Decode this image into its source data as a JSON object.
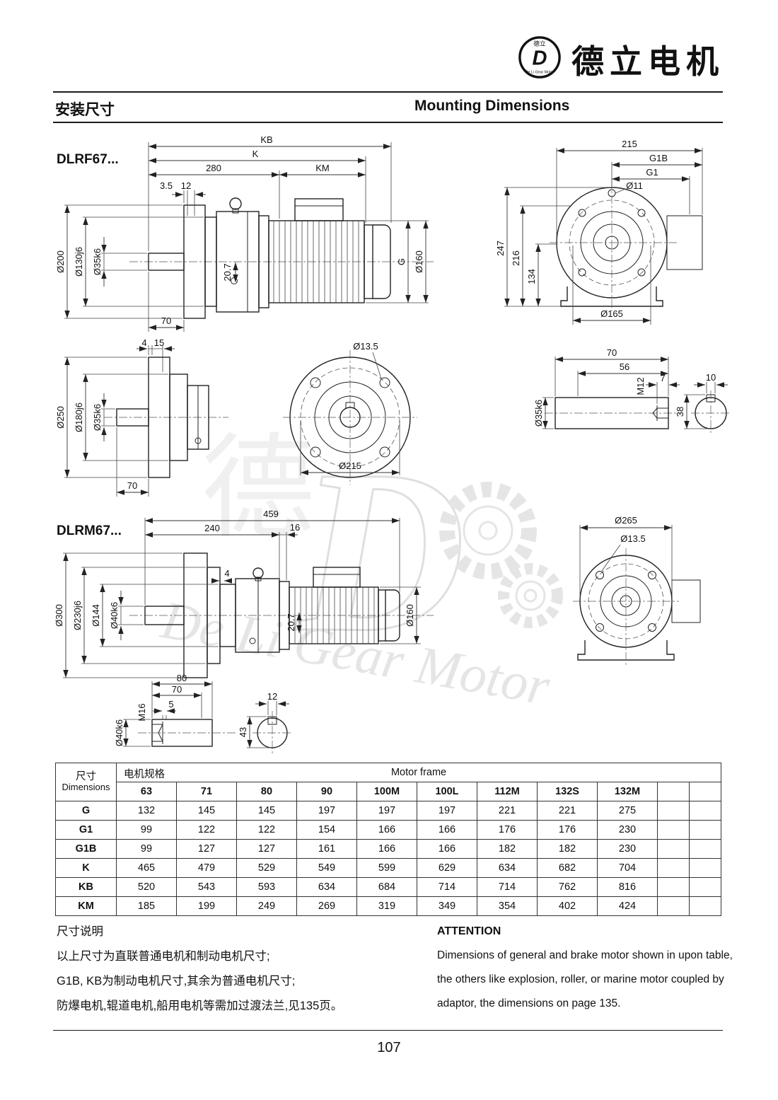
{
  "header": {
    "brand": "德立电机",
    "logo_letter": "D",
    "logo_chars": "德立",
    "logo_sub": "De Li Gear Motor"
  },
  "title": {
    "cn": "安装尺寸",
    "en": "Mounting Dimensions"
  },
  "sections": {
    "dlrf_label": "DLRF67...",
    "dlrm_label": "DLRM67..."
  },
  "drawings": {
    "dlrf_side": {
      "kb": "KB",
      "k": "K",
      "d280": "280",
      "km": "KM",
      "d3_5": "3.5",
      "d12": "12",
      "d200": "Ø200",
      "d130": "Ø130j6",
      "d35": "Ø35k6",
      "d20_7": "20.7",
      "g": "G",
      "d160": "Ø160",
      "d70": "70"
    },
    "dlrf_front": {
      "d215": "215",
      "g1b": "G1B",
      "g1": "G1",
      "d11": "Ø11",
      "d247": "247",
      "d216": "216",
      "d134": "134",
      "d165": "Ø165"
    },
    "dlrf_flange": {
      "d4": "4",
      "d15": "15",
      "d250": "Ø250",
      "d180": "Ø180j6",
      "d35": "Ø35k6",
      "d70": "70",
      "d13_5": "Ø13.5",
      "d215": "Ø215"
    },
    "dlrf_shaft": {
      "d70": "70",
      "d56": "56",
      "m12": "M12",
      "d7": "7",
      "d35": "Ø35k6",
      "d10": "10",
      "d38": "38"
    },
    "dlrm_side": {
      "d459": "459",
      "d240": "240",
      "d16": "16",
      "d300": "Ø300",
      "d230": "Ø230j6",
      "d144": "Ø144",
      "d40": "Ø40k6",
      "d4": "4",
      "d20_7": "20.7",
      "d160": "Ø160"
    },
    "dlrm_front": {
      "d265": "Ø265",
      "d13_5": "Ø13.5"
    },
    "dlrm_shaft": {
      "d80": "80",
      "d70": "70",
      "m16": "M16",
      "d5": "5",
      "d40": "Ø40k6",
      "d12": "12",
      "d43": "43"
    }
  },
  "watermark": {
    "letter": "D",
    "char": "德",
    "text": "De Li Gear Motor"
  },
  "table": {
    "dim_cn": "尺寸",
    "dim_en": "Dimensions",
    "spec_cn": "电机规格",
    "frame_en": "Motor frame",
    "columns": [
      "63",
      "71",
      "80",
      "90",
      "100M",
      "100L",
      "112M",
      "132S",
      "132M"
    ],
    "rows": [
      {
        "label": "G",
        "values": [
          "132",
          "145",
          "145",
          "197",
          "197",
          "197",
          "221",
          "221",
          "275"
        ]
      },
      {
        "label": "G1",
        "values": [
          "99",
          "122",
          "122",
          "154",
          "166",
          "166",
          "176",
          "176",
          "230"
        ]
      },
      {
        "label": "G1B",
        "values": [
          "99",
          "127",
          "127",
          "161",
          "166",
          "166",
          "182",
          "182",
          "230"
        ]
      },
      {
        "label": "K",
        "values": [
          "465",
          "479",
          "529",
          "549",
          "599",
          "629",
          "634",
          "682",
          "704"
        ]
      },
      {
        "label": "KB",
        "values": [
          "520",
          "543",
          "593",
          "634",
          "684",
          "714",
          "714",
          "762",
          "816"
        ]
      },
      {
        "label": "KM",
        "values": [
          "185",
          "199",
          "249",
          "269",
          "319",
          "349",
          "354",
          "402",
          "424"
        ]
      }
    ]
  },
  "notes_cn": {
    "title": "尺寸说明",
    "line1": "以上尺寸为直联普通电机和制动电机尺寸;",
    "line2": "G1B, KB为制动电机尺寸,其余为普通电机尺寸;",
    "line3": "防爆电机,辊道电机,船用电机等需加过渡法兰,见135页。"
  },
  "notes_en": {
    "title": "ATTENTION",
    "line1": "Dimensions of general and brake motor shown in upon table,",
    "line2": "the others like explosion, roller, or marine motor coupled by",
    "line3": "adaptor, the dimensions on page 135."
  },
  "footer": {
    "page": "107"
  }
}
